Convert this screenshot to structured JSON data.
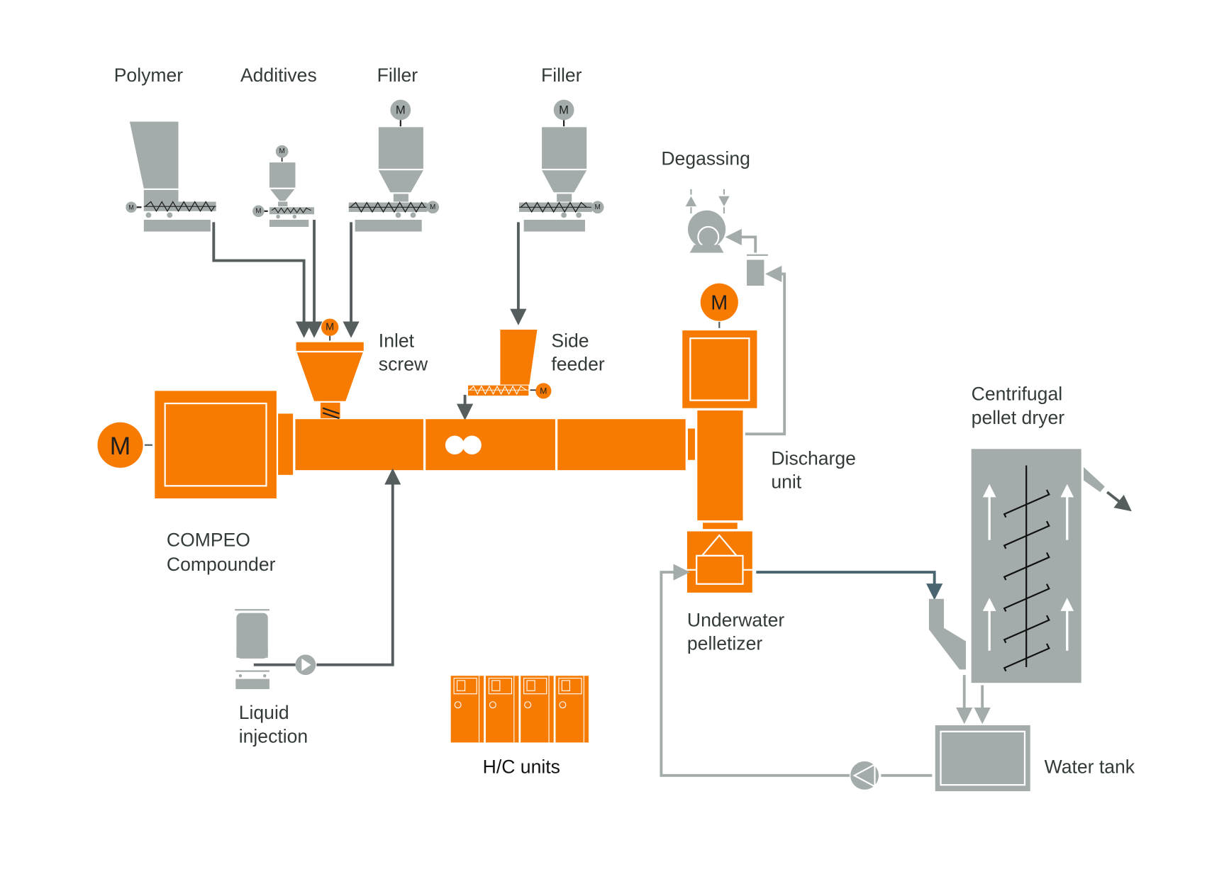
{
  "title": "COMPEO compounding line process diagram",
  "colors": {
    "process_orange": "#f77b00",
    "auxiliary_gray": "#a4abab",
    "feed_line_dark": "#555d5e",
    "pellet_line_blue": "#4a6470",
    "text": "#333a3a"
  },
  "motor_symbol": "M",
  "feeders": {
    "polymer": "Polymer",
    "additives": "Additives",
    "filler_1": "Filler",
    "filler_2": "Filler"
  },
  "labels": {
    "degassing": "Degassing",
    "inlet_screw": [
      "Inlet",
      "screw"
    ],
    "side_feeder": [
      "Side",
      "feeder"
    ],
    "compounder": [
      "COMPEO",
      "Compounder"
    ],
    "discharge_unit": [
      "Discharge",
      "unit"
    ],
    "centrifugal_dryer": [
      "Centrifugal",
      "pellet dryer"
    ],
    "underwater_pelletizer": [
      "Underwater",
      "pelletizer"
    ],
    "liquid_injection": [
      "Liquid",
      "injection"
    ],
    "hc_units": "H/C units",
    "water_tank": "Water tank"
  },
  "hc_unit_count": 4
}
